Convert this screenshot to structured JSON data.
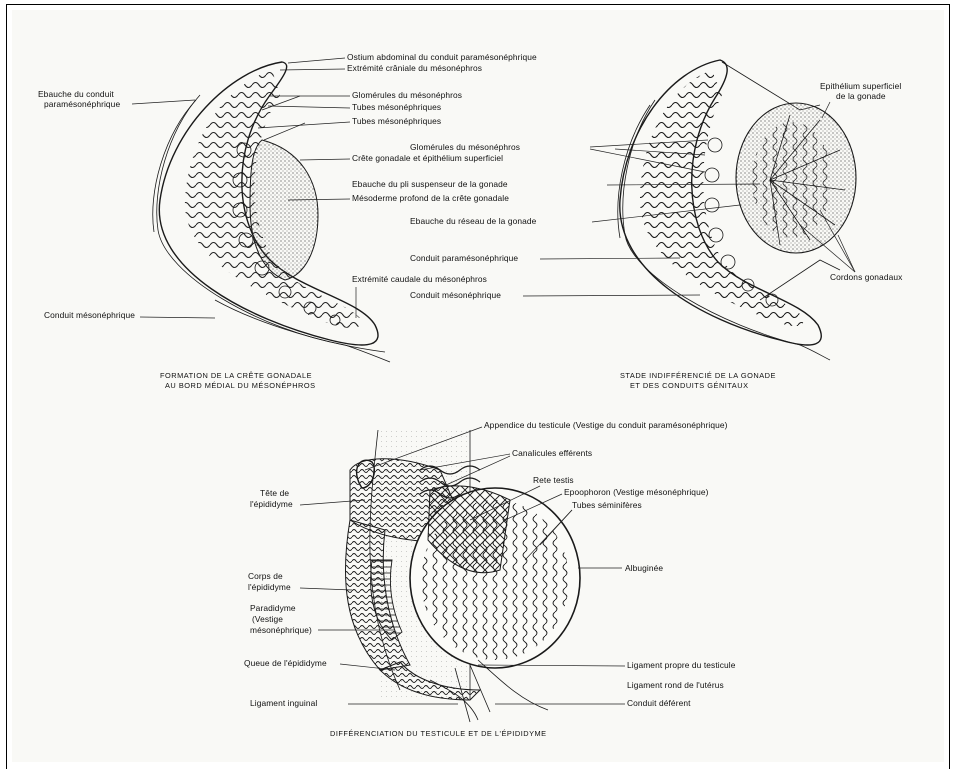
{
  "figure_1": {
    "labels": {
      "ebauche_conduit": [
        "Ebauche du conduit",
        "paramésonéphrique"
      ],
      "conduit_mesonephrique": "Conduit mésonéphrique",
      "ostium": "Ostium abdominal du conduit paramésonéphrique",
      "extremite_craniale": "Extrémité crâniale du mésonéphros",
      "glomerules": "Glomérules du mésonéphros",
      "tubes_1": "Tubes mésonéphriques",
      "tubes_2": "Tubes mésonéphriques",
      "crete_gonadale": "Crête gonadale et épithélium superficiel",
      "mesoderme": "Mésoderme profond de la crête gonadale",
      "extremite_caudale": "Extrémité caudale du mésonéphros"
    },
    "caption": [
      "FORMATION DE LA CRÊTE GONADALE",
      "AU BORD MÉDIAL DU MÉSONÉPHROS"
    ]
  },
  "figure_2": {
    "labels": {
      "glomerules": "Glomérules du mésonéphros",
      "ebauche_pli": "Ebauche du pli suspenseur de la gonade",
      "ebauche_reseau": "Ebauche du réseau de la gonade",
      "conduit_paramesonephrique": "Conduit paramésonéphrique",
      "conduit_mesonephrique": "Conduit mésonéphrique",
      "epithelium": [
        "Epithélium superficiel",
        "de la gonade"
      ],
      "cordons": "Cordons gonadaux"
    },
    "caption": [
      "STADE INDIFFÉRENCIÉ DE LA GONADE",
      "ET DES CONDUITS GÉNITAUX"
    ]
  },
  "figure_3": {
    "labels": {
      "appendice": "Appendice du testicule (Vestige du conduit paramésonéphrique)",
      "canalicules": "Canalicules efférents",
      "rete": "Rete testis",
      "epoophoron": "Epoophoron (Vestige mésonéphrique)",
      "tubes_seminiferes": "Tubes séminifères",
      "tete": [
        "Tête de",
        "l'épididyme"
      ],
      "corps": [
        "Corps de",
        "l'épididyme"
      ],
      "paradidyme": [
        "Paradidyme",
        "(Vestige",
        "mésonéphrique)"
      ],
      "albuginee": "Albuginée",
      "queue": "Queue de l'épididyme",
      "ligament_propre": "Ligament propre du testicule",
      "ligament_rond": "Ligament rond de l'utérus",
      "ligament_inguinal": "Ligament inguinal",
      "conduit_deferent": "Conduit déférent"
    },
    "caption": "DIFFÉRENCIATION DU TESTICULE ET DE L'ÉPIDIDYME"
  }
}
